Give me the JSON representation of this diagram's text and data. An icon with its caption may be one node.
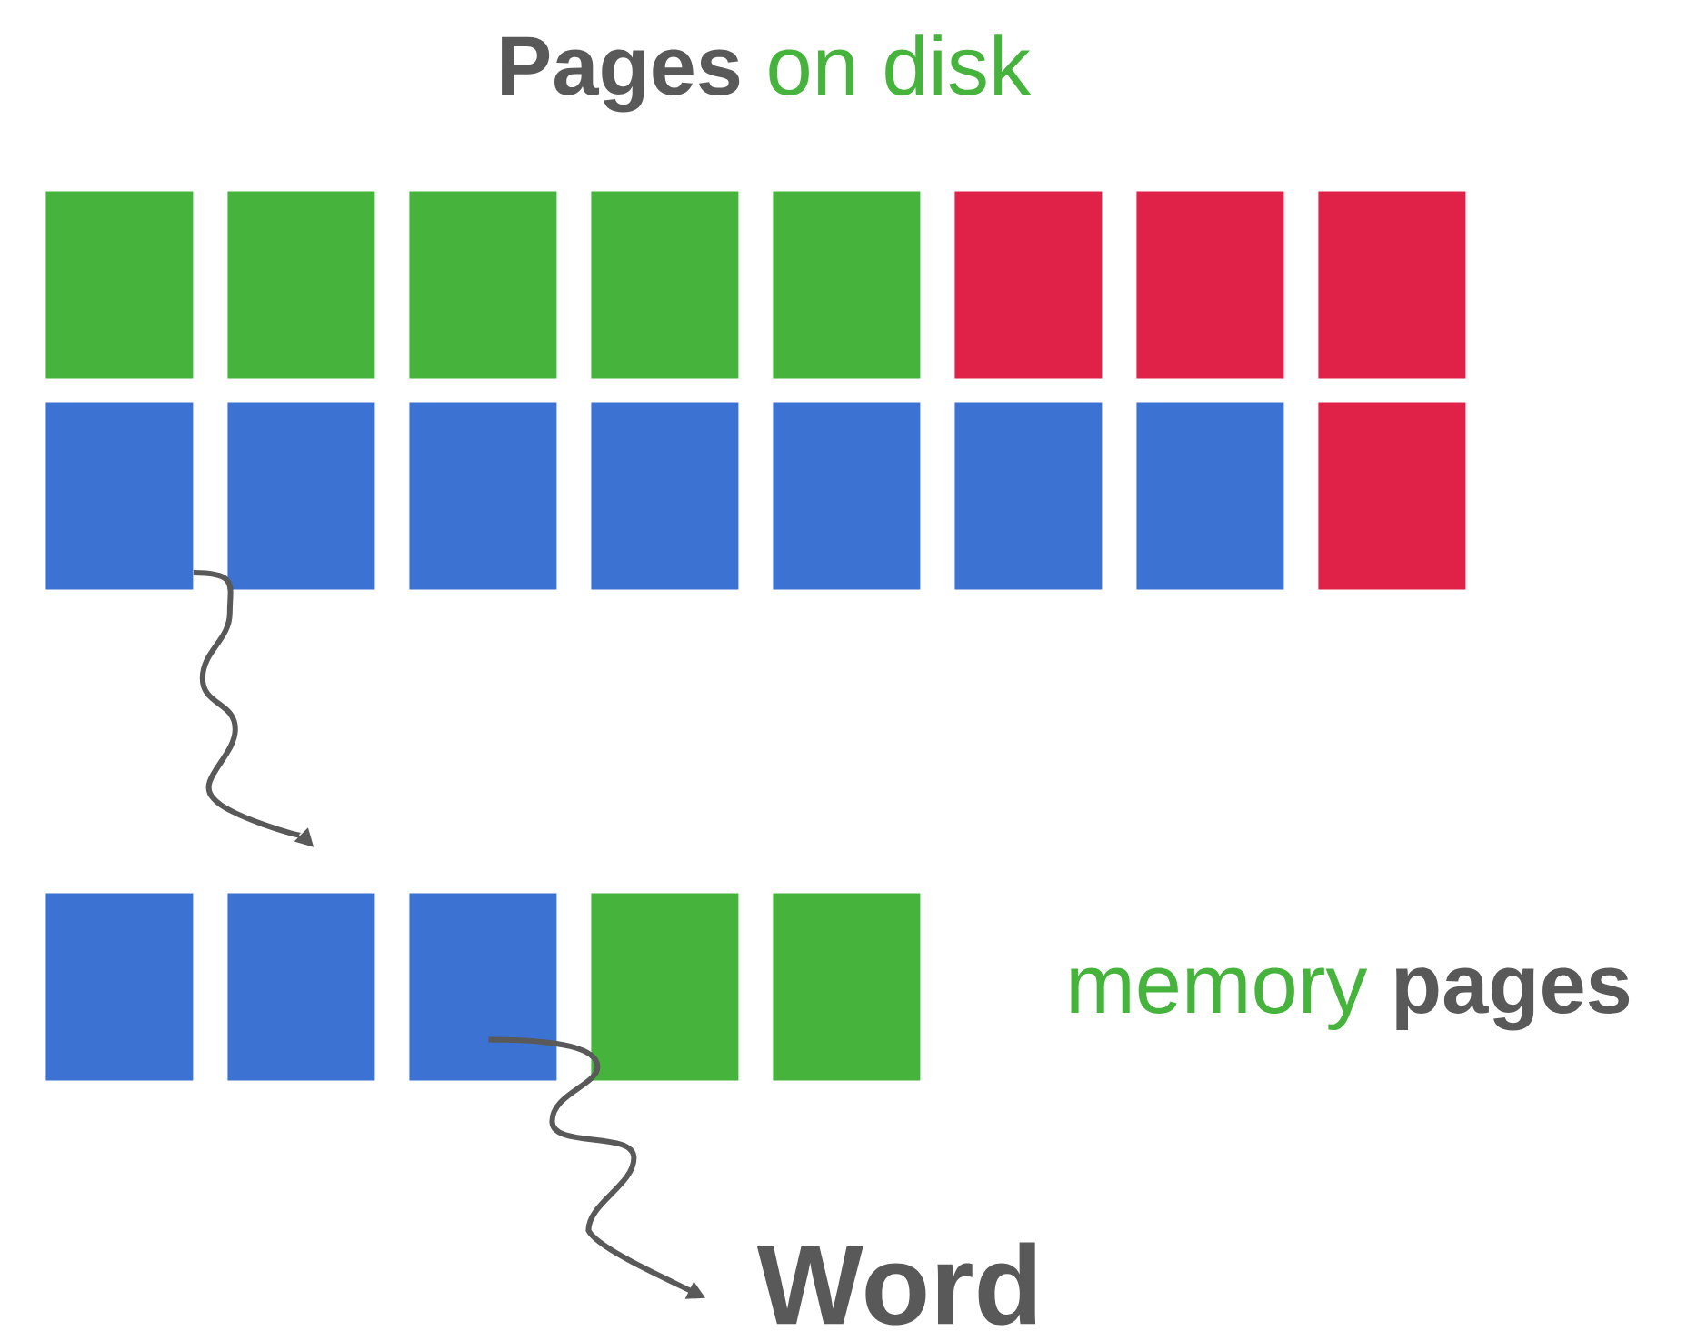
{
  "diagram": {
    "nodes": [
      {
        "text": [],
        "shape": "box"
      },
      {
        "text": [],
        "shape": "box"
      },
      {
        "text": [],
        "shape": "box"
      },
      {
        "text": [],
        "shape": "box"
      },
      {
        "text": [],
        "shape": "box"
      },
      {
        "text": [],
        "shape": "box"
      },
      {
        "text": [],
        "shape": "box"
      },
      {
        "text": [],
        "shape": "box"
      },
      {
        "text": [],
        "shape": "box"
      },
      {
        "text": [],
        "shape": "box"
      },
      {
        "text": [],
        "shape": "box"
      },
      {
        "text": [],
        "shape": "box"
      },
      {
        "text": [],
        "shape": "box"
      },
      {
        "text": [],
        "shape": "box"
      },
      {
        "text": [],
        "shape": "box"
      },
      {
        "text": [],
        "shape": "box"
      },
      {
        "text": [],
        "shape": "box"
      },
      {
        "text": [],
        "shape": "box"
      },
      {
        "text": [],
        "shape": "box"
      },
      {
        "text": [],
        "shape": "box"
      },
      {
        "text": [],
        "shape": "box"
      },
      {
        "text": [
          "Word"
        ]
      }
    ],
    "edges": [
      {
        "from": 8,
        "to": 17,
        "arrow": "to"
      },
      {
        "from": 18,
        "to": 21,
        "arrow": "to"
      }
    ],
    "labels": [
      "Pages",
      "on disk",
      "memory",
      "pages"
    ]
  }
}
